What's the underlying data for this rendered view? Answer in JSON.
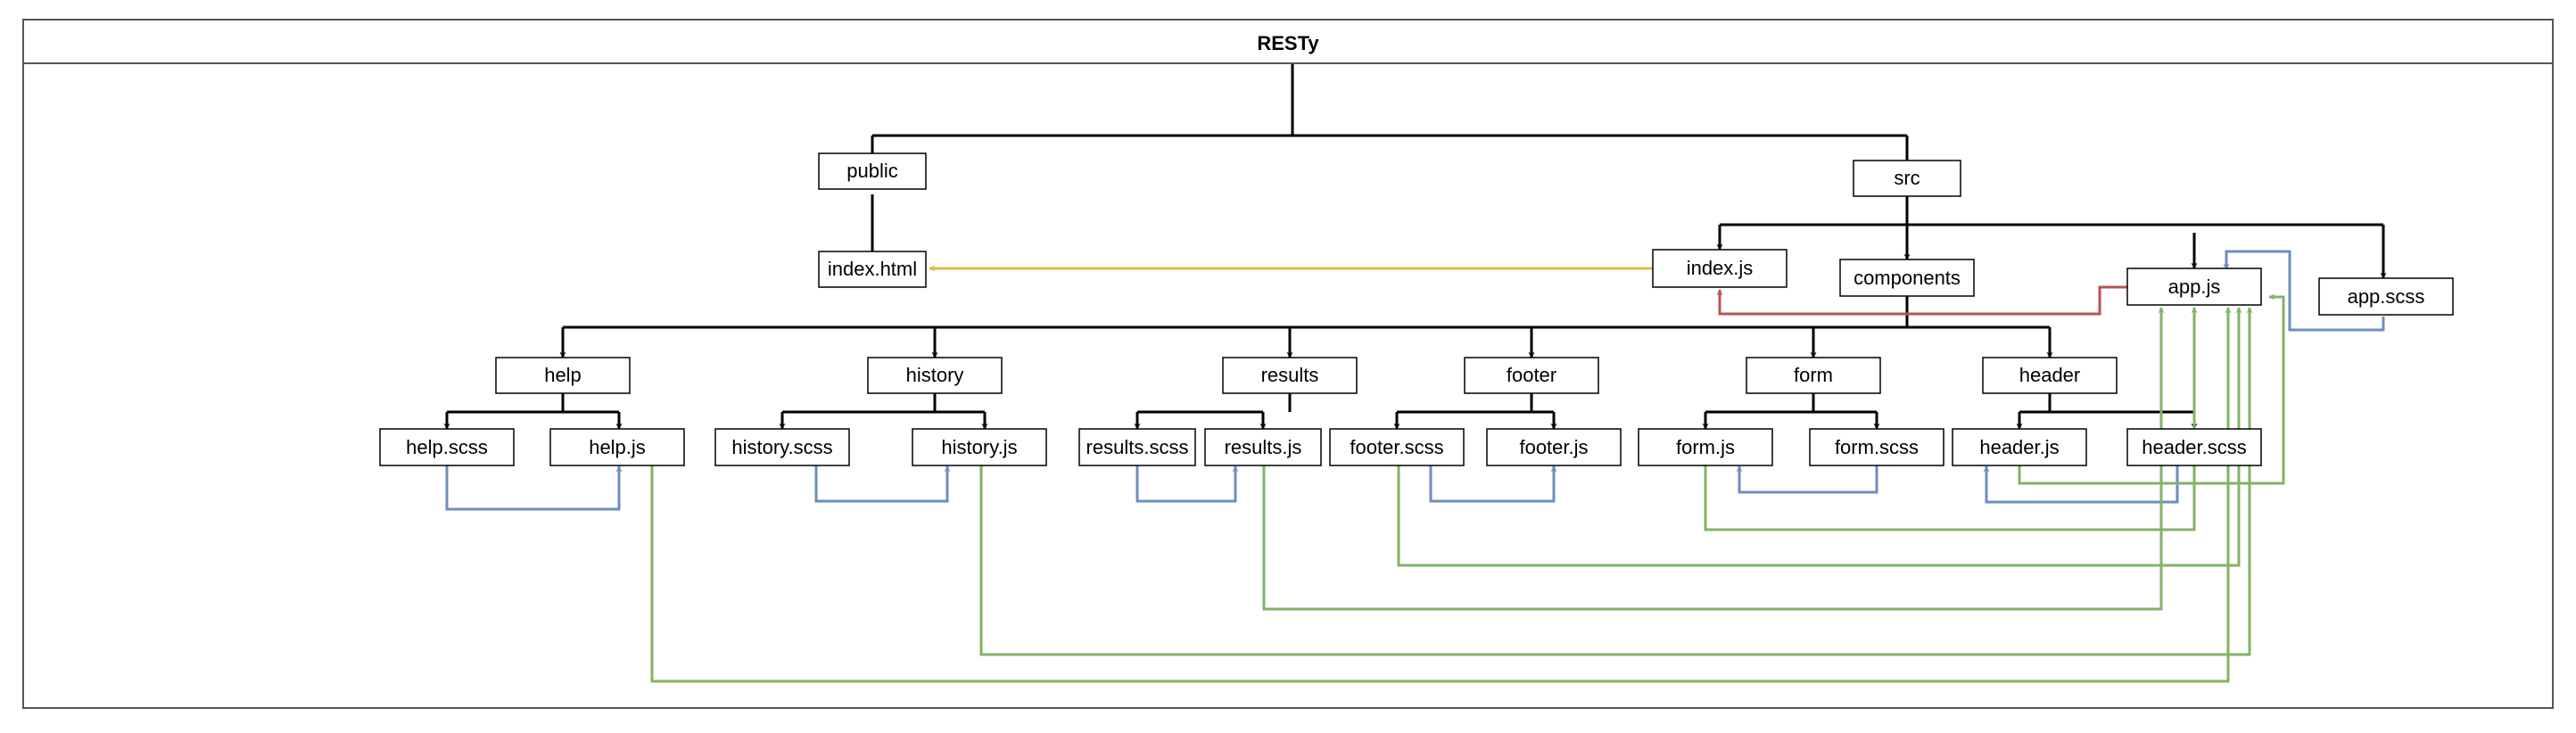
{
  "title": "RESTy",
  "colors": {
    "tree": "#000000",
    "box_border": "#000000",
    "box_fill": "#ffffff",
    "import_js": "#e0b94e",
    "import_app": "#b85450",
    "style_link": "#6c8ebf",
    "component_link": "#82b366",
    "frame_border": "#555555"
  },
  "nodes": {
    "public": "public",
    "src": "src",
    "index_html": "index.html",
    "index_js": "index.js",
    "components": "components",
    "app_js": "app.js",
    "app_scss": "app.scss",
    "help": "help",
    "history": "history",
    "results": "results",
    "footer": "footer",
    "form": "form",
    "header": "header",
    "help_scss": "help.scss",
    "help_js": "help.js",
    "history_scss": "history.scss",
    "history_js": "history.js",
    "results_scss": "results.scss",
    "results_js": "results.js",
    "footer_scss": "footer.scss",
    "footer_js": "footer.js",
    "form_js": "form.js",
    "form_scss": "form.scss",
    "header_js": "header.js",
    "header_scss": "header.scss"
  }
}
